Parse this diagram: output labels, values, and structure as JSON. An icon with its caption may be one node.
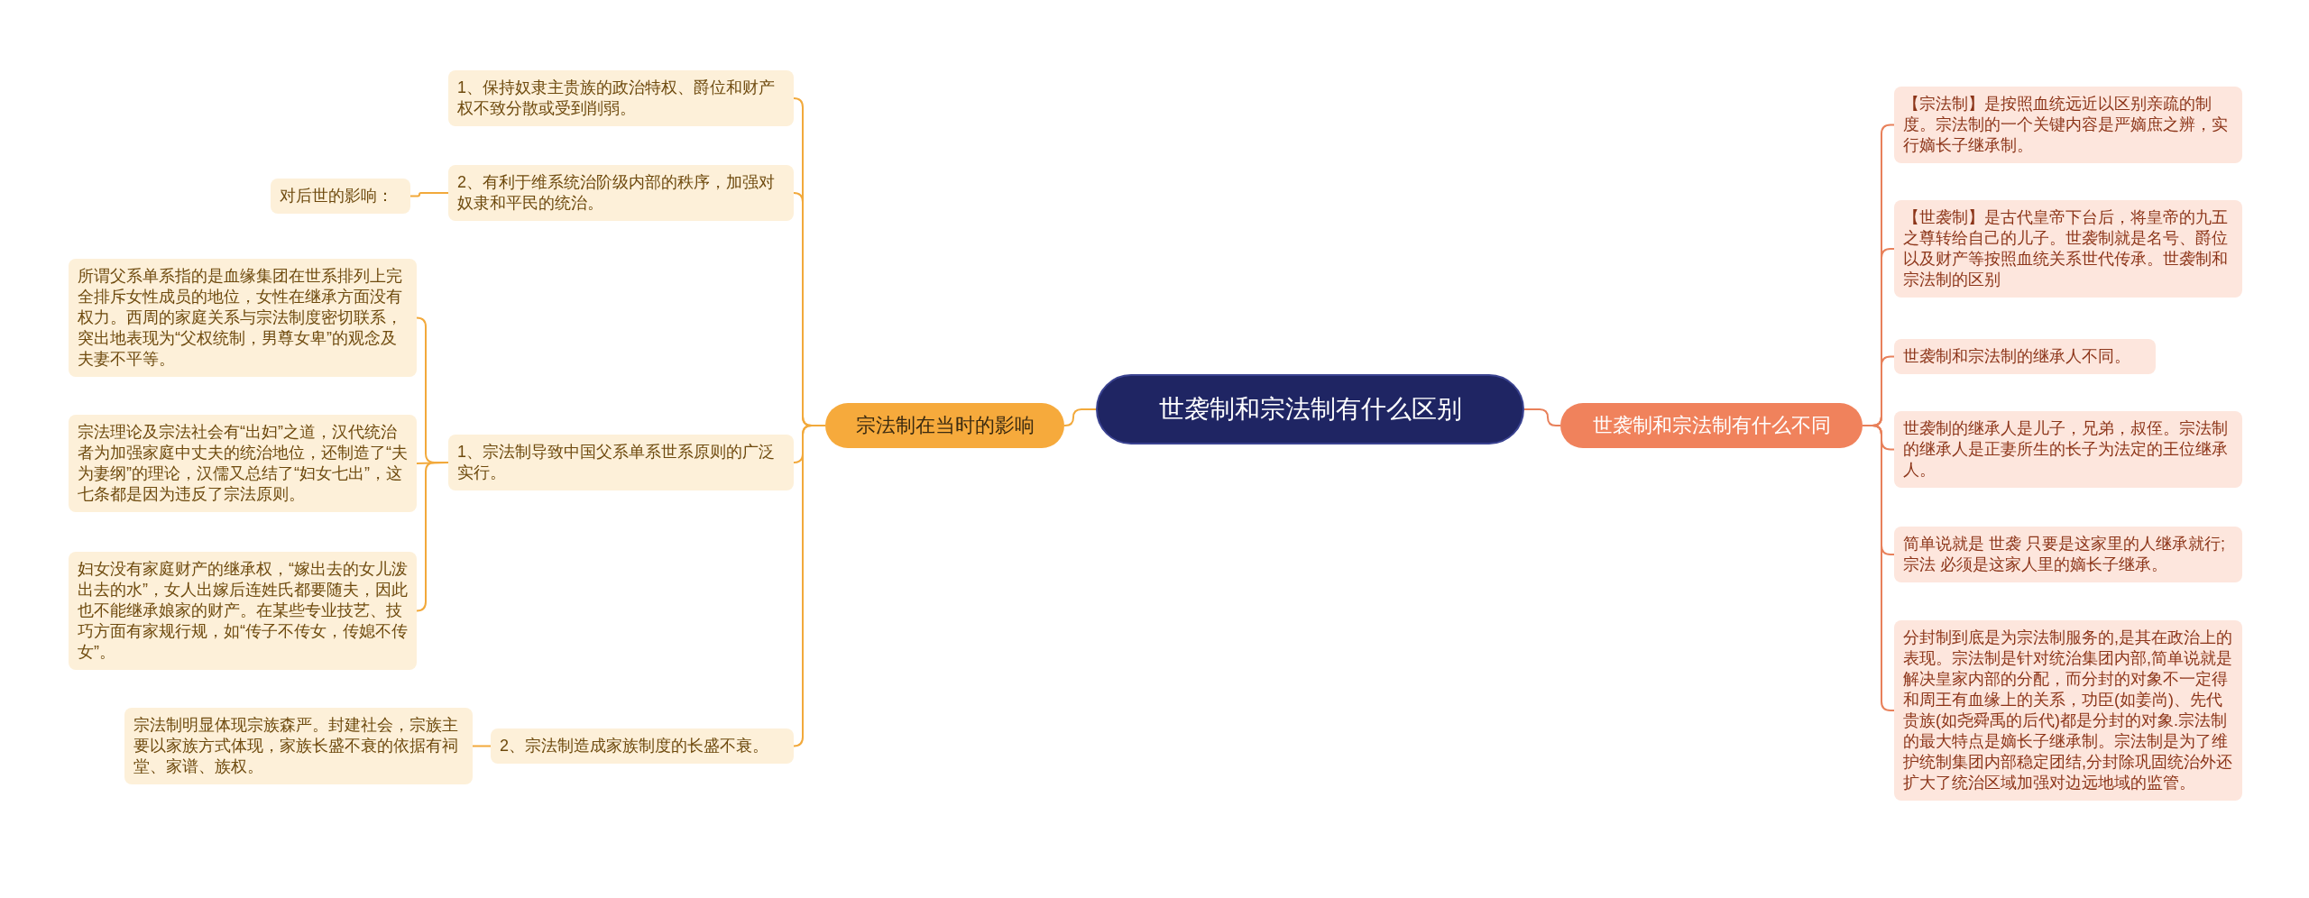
{
  "diagram": {
    "nodes": [
      {
        "text": [
          "世袭制和宗法制有什么区别"
        ]
      },
      {
        "text": [
          "宗法制在当时的影响"
        ]
      },
      {
        "text": [
          "1、保持奴隶主贵族的政治特权、爵位和财产权不致分散或受到削弱。"
        ]
      },
      {
        "text": [
          "2、有利于维系统治阶级内部的秩序，加强对奴隶和平民的统治。"
        ]
      },
      {
        "text": [
          "对后世的影响："
        ]
      },
      {
        "text": [
          "1、宗法制导致中国父系单系世系原则的广泛实行。"
        ]
      },
      {
        "text": [
          "所谓父系单系指的是血缘集团在世系排列上完全排斥女性成员的地位，女性在继承方面没有权力。西周的家庭关系与宗法制度密切联系，突出地表现为“父权统制，男尊女卑”的观念及夫妻不平等。"
        ]
      },
      {
        "text": [
          "宗法理论及宗法社会有“出妇”之道，汉代统治者为加强家庭中丈夫的统治地位，还制造了“夫为妻纲”的理论，汉儒又总结了“妇女七出”，这七条都是因为违反了宗法原则。"
        ]
      },
      {
        "text": [
          "妇女没有家庭财产的继承权，“嫁出去的女儿泼出去的水”，女人出嫁后连姓氏都要随夫，因此也不能继承娘家的财产。在某些专业技艺、技巧方面有家规行规，如“传子不传女，传媳不传女”。"
        ]
      },
      {
        "text": [
          "2、宗法制造成家族制度的长盛不衰。"
        ]
      },
      {
        "text": [
          "宗法制明显体现宗族森严。封建社会，宗族主要以家族方式体现，家族长盛不衰的依据有祠堂、家谱、族权。"
        ]
      },
      {
        "text": [
          "世袭制和宗法制有什么不同"
        ]
      },
      {
        "text": [
          "【宗法制】是按照血统远近以区别亲疏的制度。宗法制的一个关键内容是严嫡庶之辨，实行嫡长子继承制。"
        ]
      },
      {
        "text": [
          "【世袭制】是古代皇帝下台后，将皇帝的九五之尊转给自己的儿子。世袭制就是名号、爵位以及财产等按照血统关系世代传承。世袭制和宗法制的区别"
        ]
      },
      {
        "text": [
          "世袭制和宗法制的继承人不同。"
        ]
      },
      {
        "text": [
          "世袭制的继承人是儿子，兄弟，叔侄。宗法制的继承人是正妻所生的长子为法定的王位继承人。"
        ]
      },
      {
        "text": [
          "简单说就是 世袭 只要是这家里的人继承就行;宗法 必须是这家人里的嫡长子继承。"
        ]
      },
      {
        "text": [
          "分封制到底是为宗法制服务的,是其在政治上的表现。宗法制是针对统治集团内部,简单说就是解决皇家内部的分配，而分封的对象不一定得和周王有血缘上的关系，功臣(如姜尚)、先代贵族(如尧舜禹的后代)都是分封的对象.宗法制的最大特点是嫡长子继承制。宗法制是为了维护统制集团内部稳定团结,分封除巩固统治外还扩大了统治区域加强对边远地域的监管。"
        ]
      }
    ],
    "edges": [
      {
        "from": 0,
        "to": 1,
        "arrow": "none",
        "color": "#f2a93b"
      },
      {
        "from": 1,
        "to": 2,
        "arrow": "none",
        "color": "#f2a93b"
      },
      {
        "from": 1,
        "to": 3,
        "arrow": "none",
        "color": "#f2a93b"
      },
      {
        "from": 3,
        "to": 4,
        "arrow": "none",
        "color": "#f2a93b"
      },
      {
        "from": 1,
        "to": 5,
        "arrow": "none",
        "color": "#f2a93b"
      },
      {
        "from": 5,
        "to": 6,
        "arrow": "none",
        "color": "#f2a93b"
      },
      {
        "from": 5,
        "to": 7,
        "arrow": "none",
        "color": "#f2a93b"
      },
      {
        "from": 5,
        "to": 8,
        "arrow": "none",
        "color": "#f2a93b"
      },
      {
        "from": 1,
        "to": 9,
        "arrow": "none",
        "color": "#f2a93b"
      },
      {
        "from": 9,
        "to": 10,
        "arrow": "none",
        "color": "#f2a93b"
      },
      {
        "from": 0,
        "to": 11,
        "arrow": "none"
      },
      {
        "from": 11,
        "to": 12,
        "arrow": "none"
      },
      {
        "from": 11,
        "to": 13,
        "arrow": "none"
      },
      {
        "from": 11,
        "to": 14,
        "arrow": "none"
      },
      {
        "from": 11,
        "to": 15,
        "arrow": "none"
      },
      {
        "from": 11,
        "to": 16,
        "arrow": "none"
      },
      {
        "from": 11,
        "to": 17,
        "arrow": "none"
      }
    ]
  }
}
